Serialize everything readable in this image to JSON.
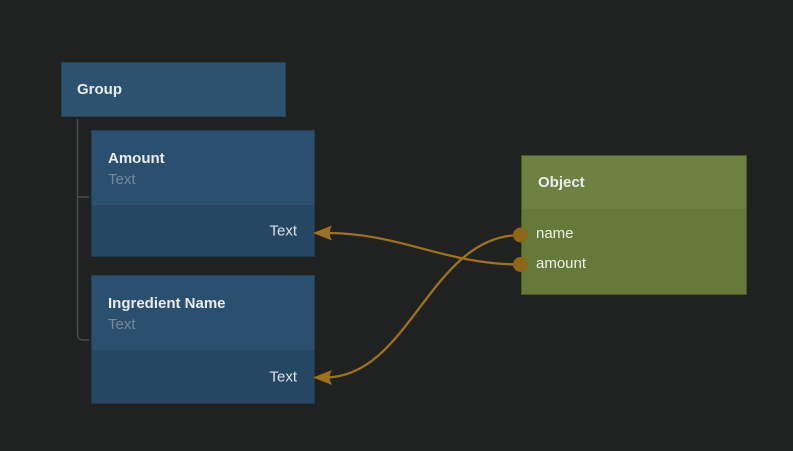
{
  "canvas": {
    "background": "#202121"
  },
  "palette": {
    "blue_header": "#2b506f",
    "blue_body": "#254763",
    "group_blue": "#2d526f",
    "green_header": "#6e8140",
    "green_body": "#657939",
    "wire": "#9e721c",
    "port": "#8f6516",
    "tree_line": "#4a4a4a",
    "title_text": "#e9ecee",
    "subtitle_text": "#798695"
  },
  "group": {
    "title": "Group"
  },
  "nodes": [
    {
      "title": "Amount",
      "subtitle": "Text",
      "output_label": "Text"
    },
    {
      "title": "Ingredient Name",
      "subtitle": "Text",
      "output_label": "Text"
    }
  ],
  "object_node": {
    "title": "Object",
    "inputs": [
      {
        "label": "name"
      },
      {
        "label": "amount"
      }
    ]
  },
  "connections": [
    {
      "from": "Object.name",
      "to": "Ingredient Name.Text"
    },
    {
      "from": "Object.amount",
      "to": "Amount.Text"
    }
  ]
}
